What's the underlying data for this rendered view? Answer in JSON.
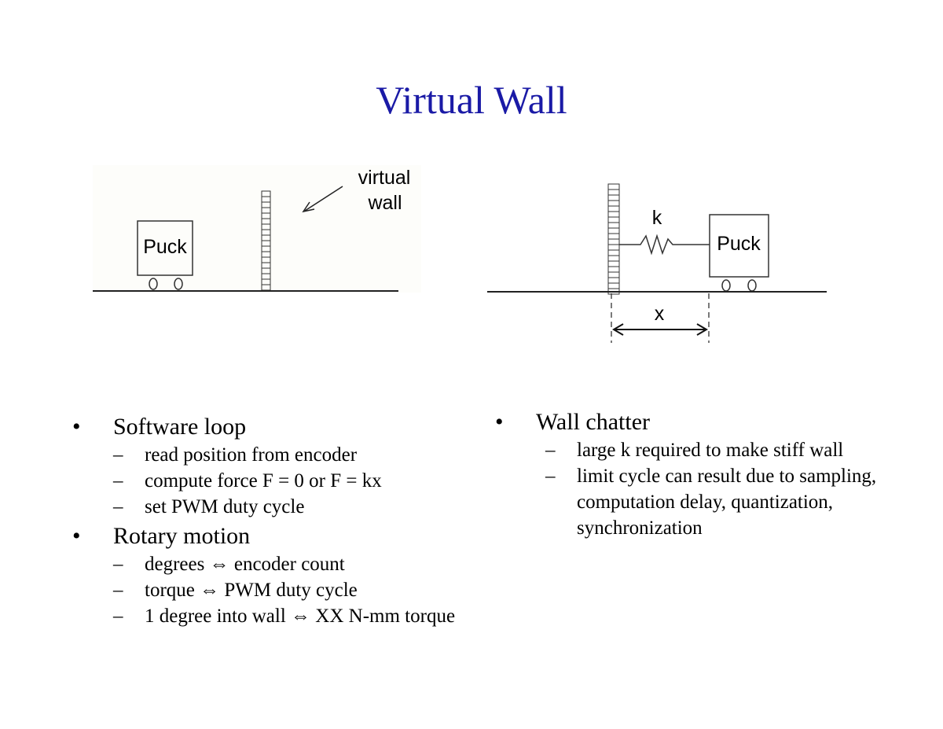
{
  "title": "Virtual Wall",
  "diagram_left": {
    "puck_label": "Puck",
    "annotation_line1": "virtual",
    "annotation_line2": "wall"
  },
  "diagram_right": {
    "puck_label": "Puck",
    "spring_label": "k",
    "distance_label": "x"
  },
  "left_column": [
    {
      "heading": "Software loop",
      "items": [
        "read position from encoder",
        "compute force F = 0 or F = kx",
        "set PWM duty cycle"
      ]
    },
    {
      "heading": "Rotary motion",
      "items": [
        "degrees ⇔ encoder count",
        "torque  ⇔ PWM duty cycle",
        "1 degree into wall ⇔ XX N-mm torque"
      ]
    }
  ],
  "right_column": [
    {
      "heading": "Wall chatter",
      "items": [
        "large k required to make stiff wall",
        "limit cycle can result due to sampling, computation delay, quantization, synchronization"
      ]
    }
  ],
  "bullet": "•",
  "dash": "–"
}
